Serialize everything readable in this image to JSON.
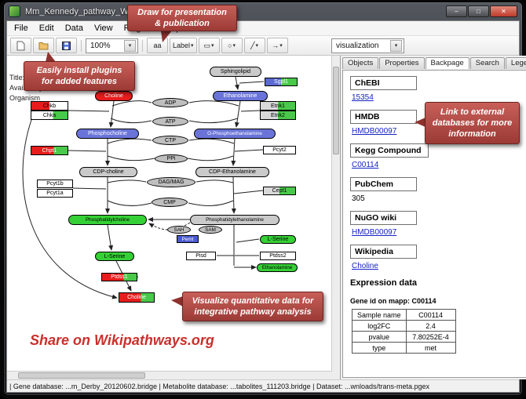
{
  "window": {
    "title": "Mm_Kennedy_pathway_WP1771_45176.gp...",
    "minimize": "–",
    "maximize": "□",
    "close": "✕"
  },
  "menubar": {
    "items": [
      "File",
      "Edit",
      "Data",
      "View",
      "Plugins",
      "Help"
    ]
  },
  "toolbar": {
    "zoom_value": "100%",
    "caret": "▾",
    "visualization": "visualization",
    "tools": {
      "text": "aa",
      "label": "Label",
      "datanode": "▭",
      "shape": "○",
      "line": "╱",
      "connector": "→"
    }
  },
  "side_info": {
    "title": "Title:",
    "availability": "Availability",
    "organism": "Organism"
  },
  "callouts": {
    "top": "Draw for presentation & publication",
    "left": "Easily install plugins for added features",
    "right": "Link to external databases for more information",
    "bottom": "Visualize quantitative data for integrative pathway analysis",
    "share": "Share on Wikipathways.org"
  },
  "pathway": {
    "sphingolipid": "Sphingolipid",
    "sgpl1": "Sgpl1",
    "ethanolamine_top": "Ethanolamine",
    "choline": "Choline",
    "chkb": "Chkb",
    "chka": "Chka",
    "etnk1": "Etnk1",
    "etnk2": "Etnk2",
    "adp": "ADP",
    "atp": "ATP",
    "phosphocholine": "Phosphocholine",
    "o_phosphoethanolamine": "O-Phosphoethanolamine",
    "ctp": "CTP",
    "chpt1": "Chpt1",
    "pcyt2": "Pcyt2",
    "ppi": "PPi",
    "cdp_choline": "CDP-choline",
    "cdp_ethanolamine": "CDP-Ethanolamine",
    "dag_mag": "DAG/MAG",
    "pcyt1b": "Pcyt1b",
    "pcyt1a": "Pcyt1a",
    "cept1": "Cept1",
    "cmp": "CMP",
    "phosphatidylcholine": "Phosphatidylcholine",
    "phosphatidylethanolamine": "Phosphatidylethanolamine",
    "sah": "SAH",
    "sam": "SAM",
    "pemt": "Pemt",
    "pisd": "Pisd",
    "l_serine_right": "L-Serine",
    "ptdss2": "Ptdss2",
    "ethanolamine_bottom": "Ethanolamine",
    "l_serine_left": "L-Serine",
    "ptdss1": "Ptdss1",
    "selected": "Choline"
  },
  "rightpanel": {
    "tabs": [
      "Objects",
      "Properties",
      "Backpage",
      "Search",
      "Legend"
    ]
  },
  "backpage": {
    "sections": [
      {
        "header": "ChEBI",
        "value": "15354"
      },
      {
        "header": "HMDB",
        "value": "HMDB00097"
      },
      {
        "header": "Kegg Compound",
        "value": "C00114"
      },
      {
        "header": "PubChem",
        "value": "305"
      },
      {
        "header": "NuGO wiki",
        "value": "HMDB00097"
      },
      {
        "header": "Wikipedia",
        "value": "Choline"
      }
    ],
    "expression_title": "Expression data",
    "gene_id_line": "Gene id on mapp: C00114",
    "table": {
      "rows": [
        [
          "Sample name",
          "C00114"
        ],
        [
          "log2FC",
          "2.4"
        ],
        [
          "pvalue",
          "7.80252E-4"
        ],
        [
          "type",
          "met"
        ]
      ]
    }
  },
  "statusbar": {
    "text": "| Gene database: ...m_Derby_20120602.bridge | Metabolite database: ...tabolites_111203.bridge | Dataset: ...wnloads/trans-meta.pgex"
  }
}
